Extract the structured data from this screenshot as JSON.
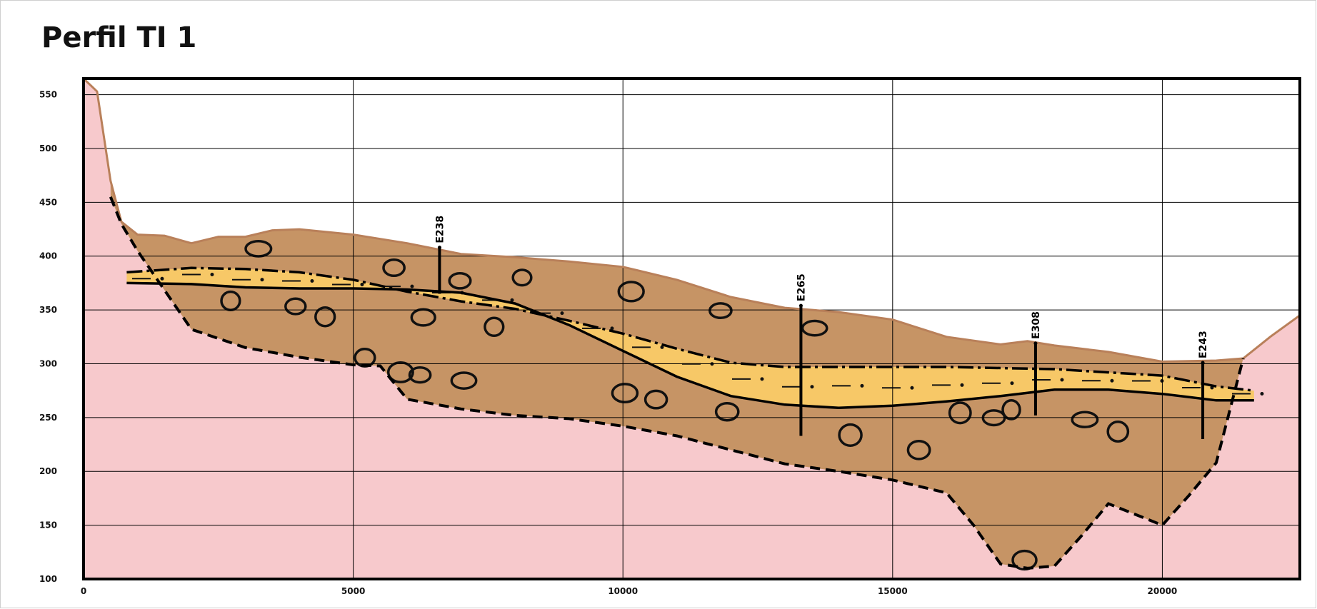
{
  "title": "Perfil TI 1",
  "chart_data": {
    "type": "area",
    "title": "Perfil TI 1",
    "xlabel": "",
    "ylabel": "",
    "xlim": [
      0,
      22550
    ],
    "ylim": [
      100,
      565
    ],
    "x_ticks": [
      0,
      5000,
      10000,
      15000,
      20000
    ],
    "y_ticks": [
      100,
      150,
      200,
      250,
      300,
      350,
      400,
      450,
      500,
      550
    ],
    "grid": true,
    "colors": {
      "bedrock": "#f7c9cc",
      "sediment": "#c69465",
      "aquifer": "#f7c867",
      "surface_line": "#b9805a",
      "ink": "#000000"
    },
    "series": [
      {
        "role": "surface",
        "x": [
          0,
          250,
          500,
          700,
          1000,
          1500,
          2000,
          2500,
          3000,
          3500,
          4000,
          5000,
          6000,
          7000,
          8000,
          9000,
          10000,
          11000,
          12000,
          13000,
          14000,
          15000,
          16000,
          17000,
          17500,
          18000,
          19000,
          20000,
          21000,
          21500,
          22000,
          22550
        ],
        "y": [
          565,
          553,
          470,
          432,
          420,
          419,
          412,
          418,
          418,
          424,
          425,
          420,
          412,
          402,
          399,
          395,
          390,
          378,
          362,
          352,
          348,
          341,
          325,
          318,
          321,
          317,
          311,
          302,
          303,
          305,
          325,
          345
        ]
      },
      {
        "role": "bedrock-contact",
        "x": [
          500,
          700,
          1000,
          2000,
          3000,
          4000,
          5000,
          5500,
          6000,
          7000,
          8000,
          9000,
          10000,
          11000,
          12000,
          13000,
          14000,
          15000,
          16000,
          16500,
          17000,
          17500,
          18000,
          18500,
          19000,
          20000,
          20500,
          21000,
          21500
        ],
        "y": [
          455,
          430,
          405,
          332,
          315,
          306,
          299,
          298,
          267,
          258,
          252,
          249,
          242,
          233,
          220,
          207,
          200,
          192,
          180,
          150,
          114,
          110,
          112,
          140,
          170,
          150,
          178,
          208,
          305
        ]
      },
      {
        "role": "aquifer-top",
        "x": [
          800,
          2000,
          3000,
          4000,
          5000,
          6000,
          7000,
          8000,
          9000,
          10000,
          11000,
          12000,
          13000,
          14000,
          15000,
          16000,
          17000,
          18000,
          19000,
          20000,
          21000,
          21700
        ],
        "y": [
          385,
          389,
          388,
          385,
          378,
          367,
          358,
          351,
          340,
          328,
          314,
          301,
          297,
          297,
          297,
          297,
          296,
          295,
          292,
          289,
          279,
          275
        ]
      },
      {
        "role": "aquifer-bottom",
        "x": [
          800,
          2000,
          3000,
          4000,
          5000,
          6000,
          7000,
          8000,
          9000,
          10000,
          11000,
          12000,
          13000,
          14000,
          15000,
          16000,
          17000,
          18000,
          19000,
          20000,
          21000,
          21700
        ],
        "y": [
          375,
          374,
          371,
          370,
          370,
          369,
          366,
          356,
          336,
          312,
          288,
          270,
          262,
          259,
          261,
          265,
          270,
          276,
          276,
          272,
          266,
          266
        ]
      }
    ],
    "wells": [
      {
        "name": "E238",
        "x": 6600,
        "top": 408,
        "bottom": 365
      },
      {
        "name": "E265",
        "x": 13300,
        "top": 354,
        "bottom": 233
      },
      {
        "name": "E308",
        "x": 17650,
        "top": 319,
        "bottom": 252
      },
      {
        "name": "E243",
        "x": 20750,
        "top": 301,
        "bottom": 230
      }
    ]
  }
}
